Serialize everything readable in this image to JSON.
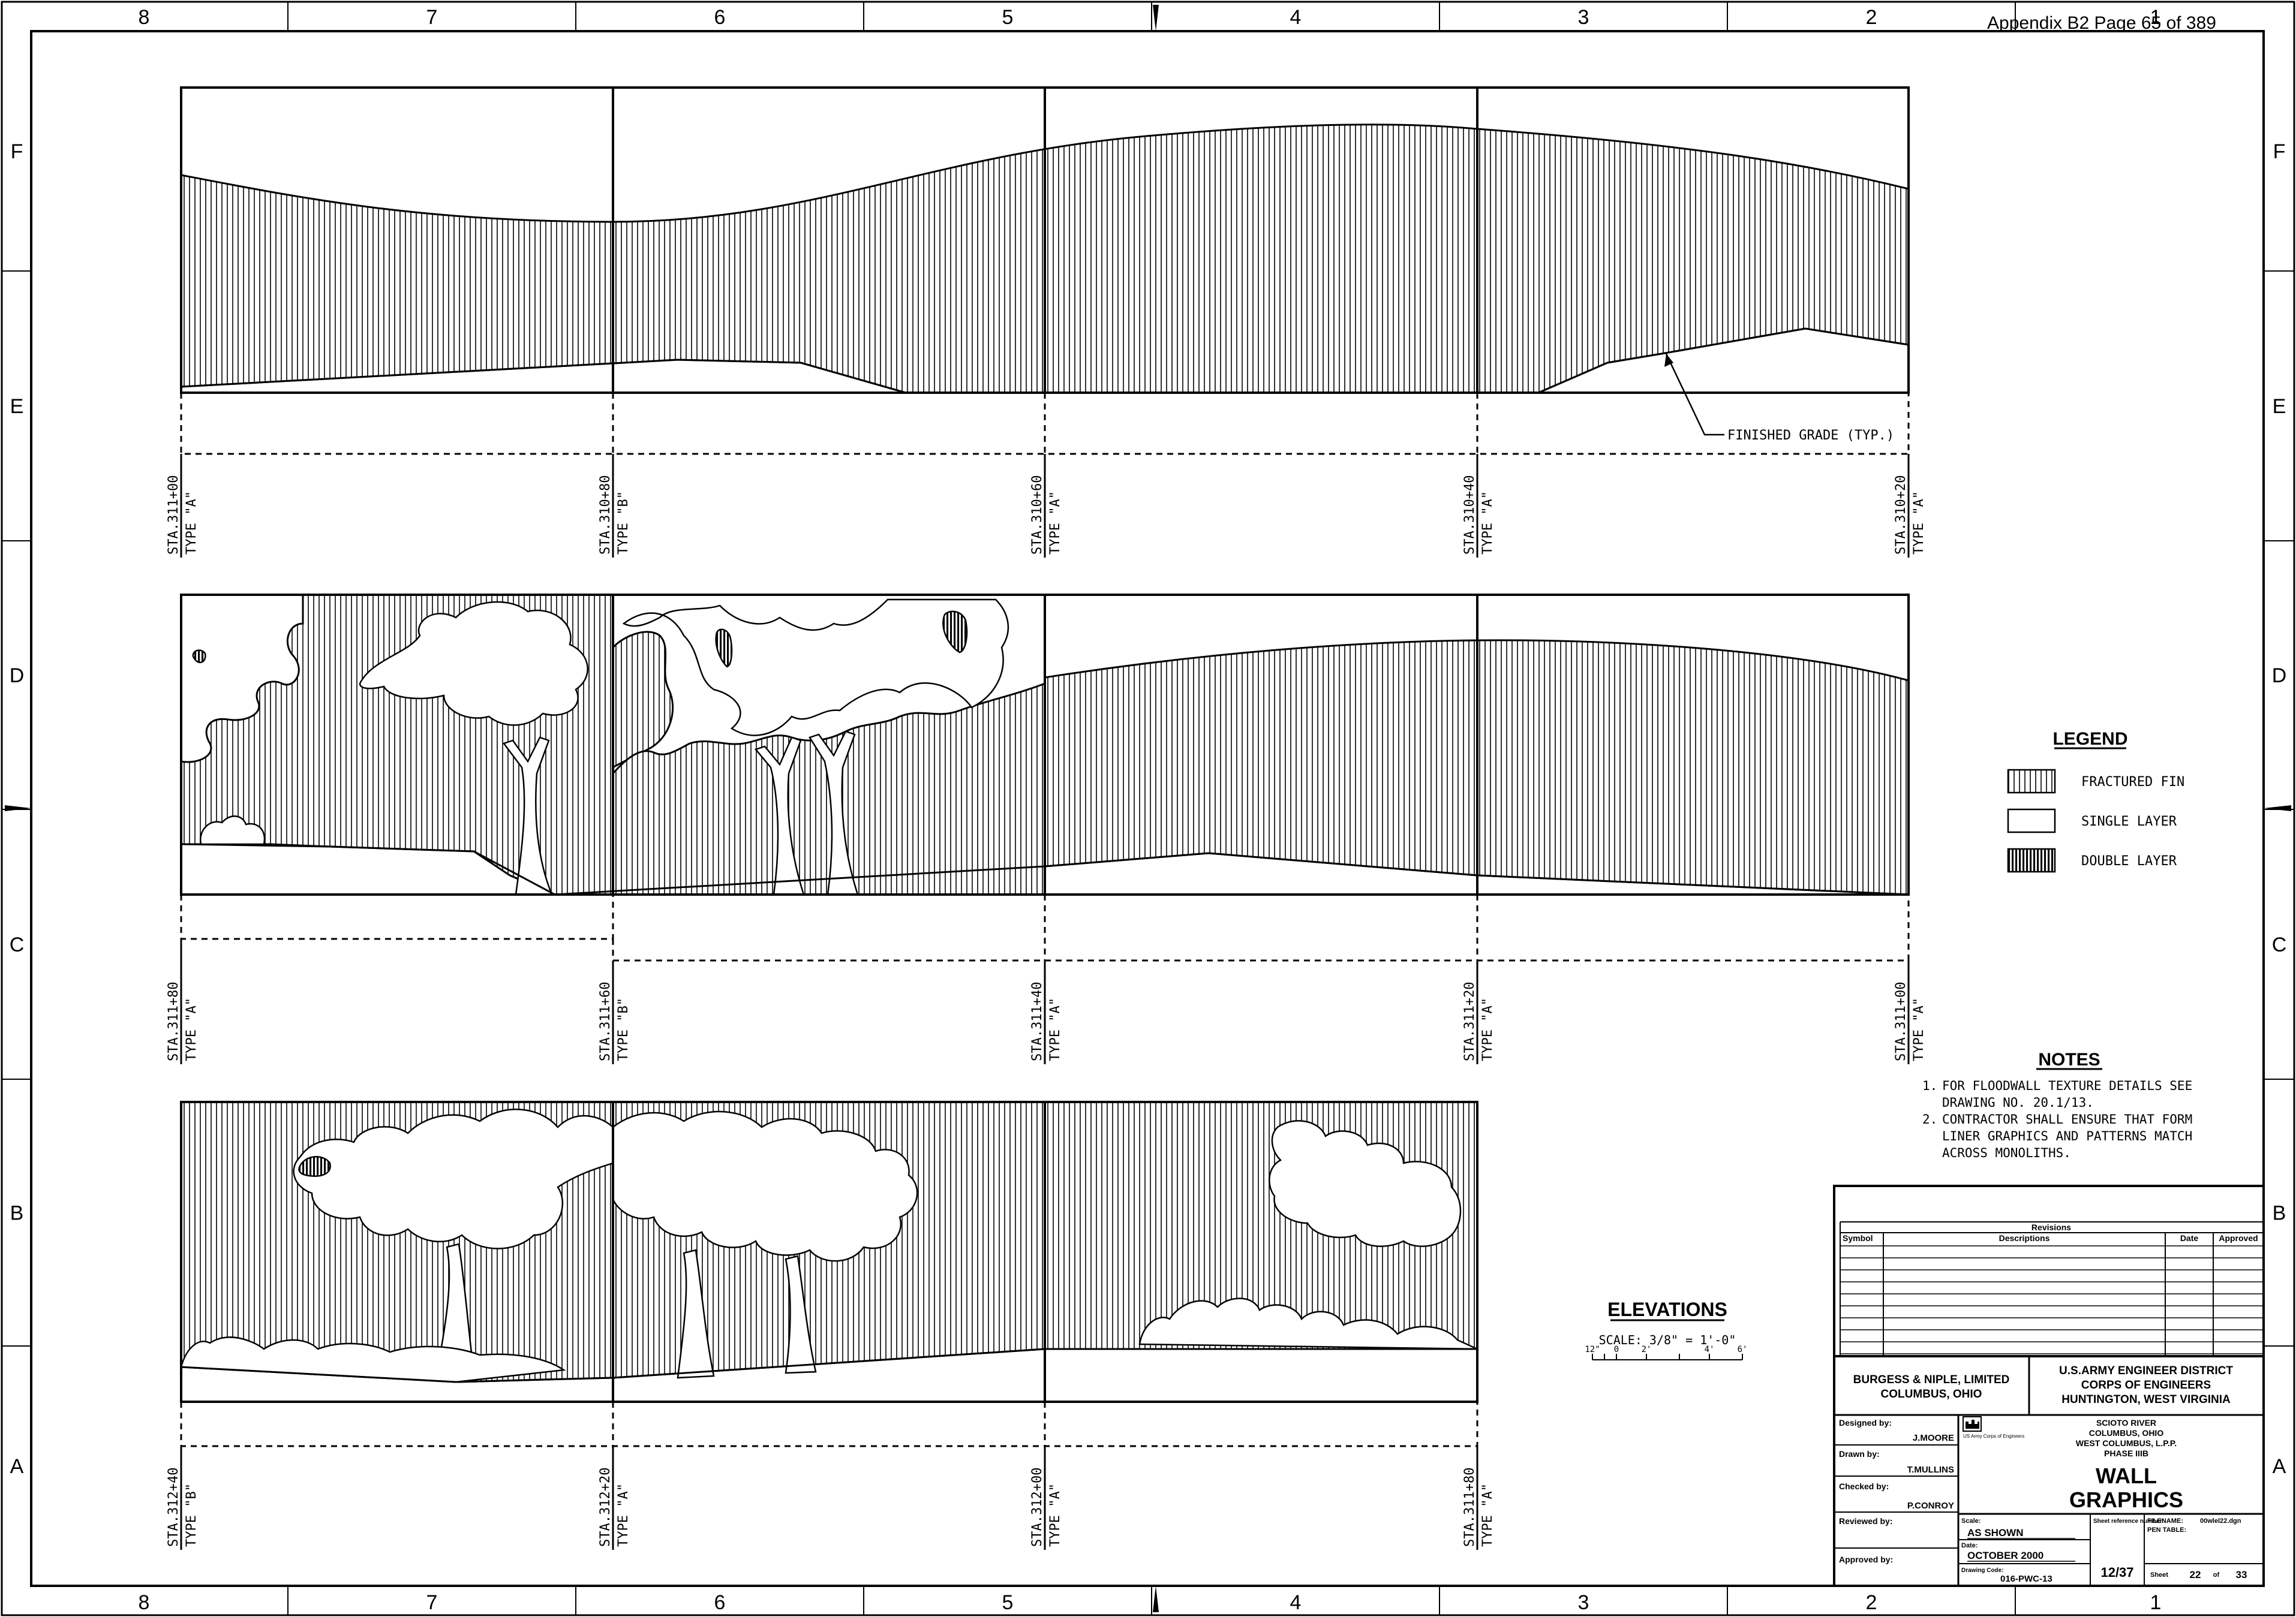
{
  "header_note": "Appendix B2    Page 65 of 389",
  "grid": {
    "columns": [
      "8",
      "7",
      "6",
      "5",
      "4",
      "3",
      "2",
      "1"
    ],
    "rows": [
      "F",
      "E",
      "D",
      "C",
      "B",
      "A"
    ]
  },
  "elevation1": {
    "stations": [
      {
        "sta": "STA.311+00",
        "type": "TYPE \"A\""
      },
      {
        "sta": "STA.310+80",
        "type": "TYPE \"B\""
      },
      {
        "sta": "STA.310+60",
        "type": "TYPE \"A\""
      },
      {
        "sta": "STA.310+40",
        "type": "TYPE \"A\""
      },
      {
        "sta": "STA.310+20",
        "type": "TYPE \"A\""
      }
    ],
    "callout": "FINISHED GRADE (TYP.)"
  },
  "elevation2": {
    "stations": [
      {
        "sta": "STA.311+80",
        "type": "TYPE \"A\""
      },
      {
        "sta": "STA.311+60",
        "type": "TYPE \"B\""
      },
      {
        "sta": "STA.311+40",
        "type": "TYPE \"A\""
      },
      {
        "sta": "STA.311+20",
        "type": "TYPE \"A\""
      },
      {
        "sta": "STA.311+00",
        "type": "TYPE \"A\""
      }
    ]
  },
  "elevation3": {
    "stations": [
      {
        "sta": "STA.312+40",
        "type": "TYPE \"B\""
      },
      {
        "sta": "STA.312+20",
        "type": "TYPE \"A\""
      },
      {
        "sta": "STA.312+00",
        "type": "TYPE \"A\""
      },
      {
        "sta": "STA.311+80",
        "type": "TYPE \"A\""
      }
    ]
  },
  "legend": {
    "title": "LEGEND",
    "items": [
      {
        "label": "FRACTURED FIN",
        "pattern": "fin"
      },
      {
        "label": "SINGLE LAYER",
        "pattern": "single"
      },
      {
        "label": "DOUBLE LAYER",
        "pattern": "double"
      }
    ]
  },
  "notes": {
    "title": "NOTES",
    "items": [
      {
        "num": "1.",
        "lines": [
          "FOR FLOODWALL TEXTURE DETAILS SEE",
          "DRAWING NO. 20.1/13."
        ]
      },
      {
        "num": "2.",
        "lines": [
          "CONTRACTOR SHALL ENSURE THAT FORM",
          "LINER GRAPHICS AND PATTERNS MATCH",
          "ACROSS MONOLITHS."
        ]
      }
    ]
  },
  "elevations_label": {
    "title": "ELEVATIONS",
    "scale": "SCALE: 3/8\" = 1'-0\"",
    "ticks": [
      "12\"",
      "0",
      "2'",
      "4'",
      "6'"
    ]
  },
  "title_block": {
    "revisions": "Revisions",
    "symbol": "Symbol",
    "descriptions": "Descriptions",
    "date": "Date",
    "approved": "Approved",
    "firm_line1": "BURGESS & NIPLE, LIMITED",
    "firm_line2": "COLUMBUS, OHIO",
    "district_line1": "U.S.ARMY ENGINEER DISTRICT",
    "district_line2": "CORPS OF ENGINEERS",
    "district_line3": "HUNTINGTON, WEST VIRGINIA",
    "designed_by": "Designed by:",
    "designer": "J.MOORE",
    "drawn_by": "Drawn by:",
    "drafter": "T.MULLINS",
    "checked_by": "Checked by:",
    "checker": "P.CONROY",
    "reviewed_by": "Reviewed by:",
    "approved_by": "Approved by:",
    "seal_text": "US Army Corps of Engineers",
    "project_line1": "SCIOTO RIVER",
    "project_line2": "COLUMBUS, OHIO",
    "project_line3": "WEST COLUMBUS, L.P.P.",
    "project_line4": "PHASE IIIB",
    "sheet_title1": "WALL",
    "sheet_title2": "GRAPHICS",
    "scale_label": "Scale:",
    "scale_value": "AS SHOWN",
    "date_label": "Date:",
    "date_value": "OCTOBER 2000",
    "drawing_code_label": "Drawing Code:",
    "drawing_code": "016-PWC-13",
    "sheet_ref_label": "Sheet reference number:",
    "sheet_ref": "12/37",
    "filename_label": "FILENAME:",
    "filename": "00wlel22.dgn",
    "pen_table_label": "PEN TABLE:",
    "sheet_label": "Sheet",
    "sheet_num": "22",
    "of_label": "of",
    "sheet_total": "33"
  }
}
